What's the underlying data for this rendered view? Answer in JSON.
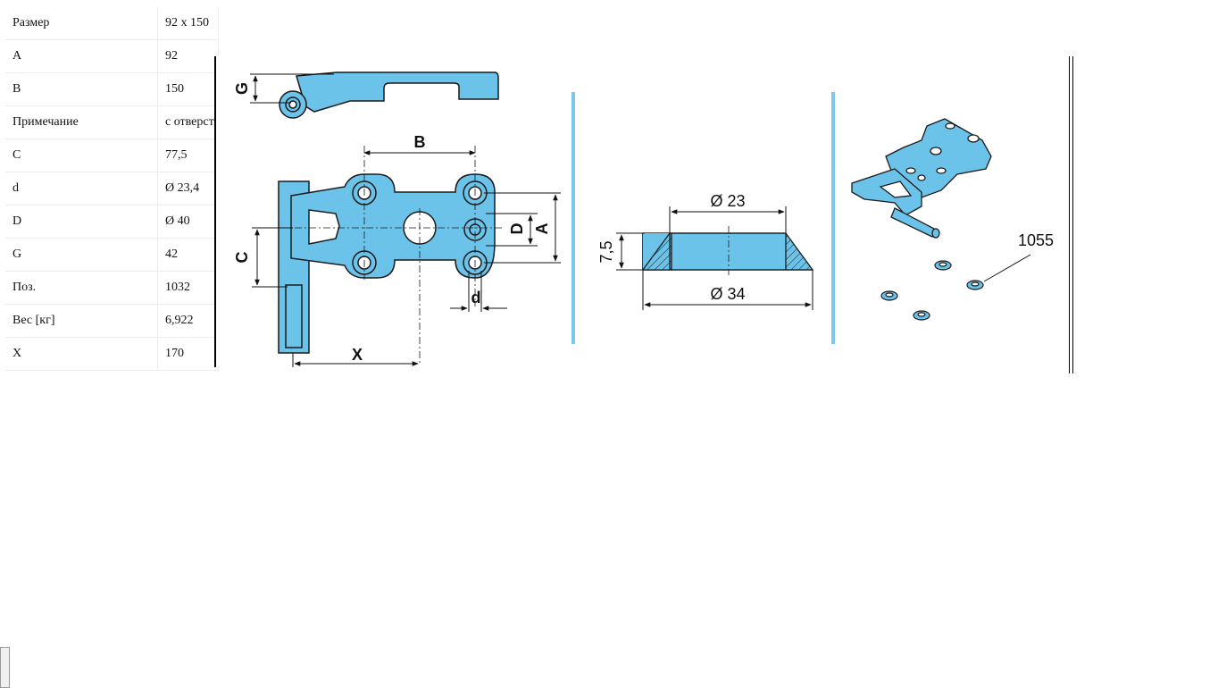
{
  "specs": [
    {
      "key": "Размер",
      "value": "92 x 150"
    },
    {
      "key": "A",
      "value": "92"
    },
    {
      "key": "B",
      "value": "150"
    },
    {
      "key": "Примечание",
      "value": "с отверстием"
    },
    {
      "key": "C",
      "value": "77,5"
    },
    {
      "key": "d",
      "value": "Ø 23,4"
    },
    {
      "key": "D",
      "value": "Ø 40"
    },
    {
      "key": "G",
      "value": "42"
    },
    {
      "key": "Поз.",
      "value": "1032"
    },
    {
      "key": "Вес [кг]",
      "value": "6,922"
    },
    {
      "key": "X",
      "value": "170"
    }
  ],
  "drawing": {
    "labels": {
      "g": "G",
      "b": "B",
      "c": "C",
      "d_upper": "D",
      "a": "A",
      "d_lower": "d",
      "x": "X",
      "washer_inner": "Ø 23",
      "washer_outer": "Ø 34",
      "washer_height": "7,5",
      "part_number": "1055"
    },
    "colors": {
      "part_fill": "#6cc3ea",
      "part_stroke": "#1a1a1a",
      "separator": "#7cc7ee"
    }
  }
}
